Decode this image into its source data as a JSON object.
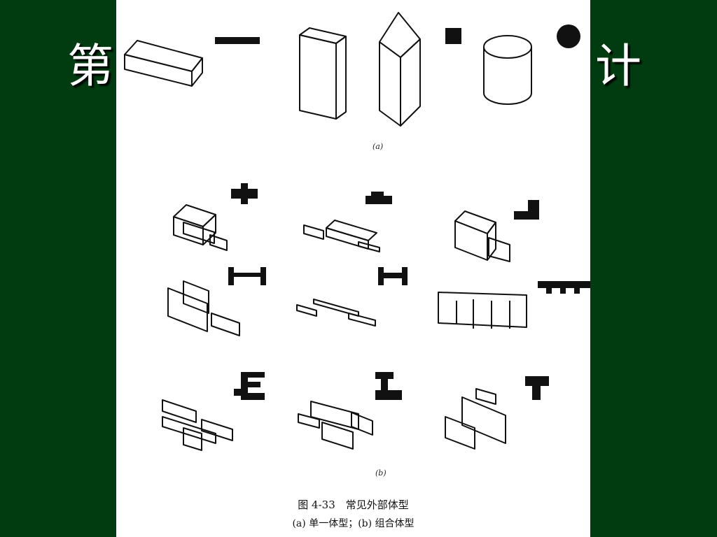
{
  "slide": {
    "title_visible_left": "第",
    "title_visible_right": "计"
  },
  "figure": {
    "label_a": "(a)",
    "label_b": "(b)",
    "caption": "图 4-33　常见外部体型",
    "subcaption": "(a) 单一体型；(b) 组合体型"
  }
}
